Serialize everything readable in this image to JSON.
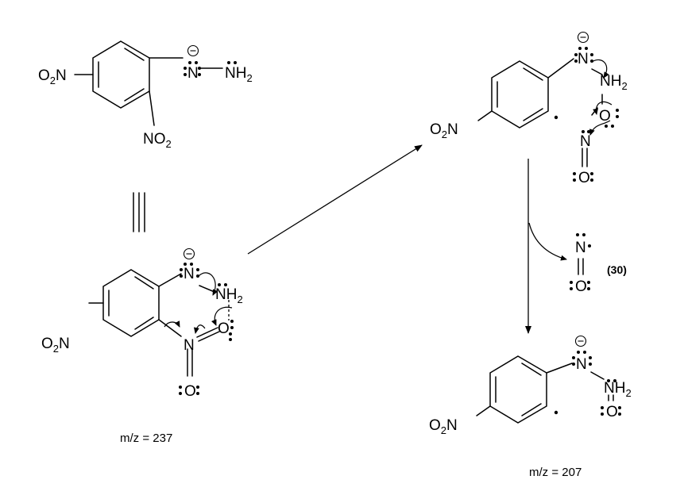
{
  "diagram": {
    "atoms": {
      "o2n": [
        "O",
        "2",
        "N"
      ],
      "nh2": [
        "NH",
        "2"
      ],
      "no2": [
        "NO",
        "2"
      ],
      "n": "N",
      "o": "O",
      "charge": "−"
    },
    "labels": {
      "reactant_mz": "m/z = 237",
      "product_mz": "m/z = 207",
      "lost_fragment": "(30)"
    }
  }
}
